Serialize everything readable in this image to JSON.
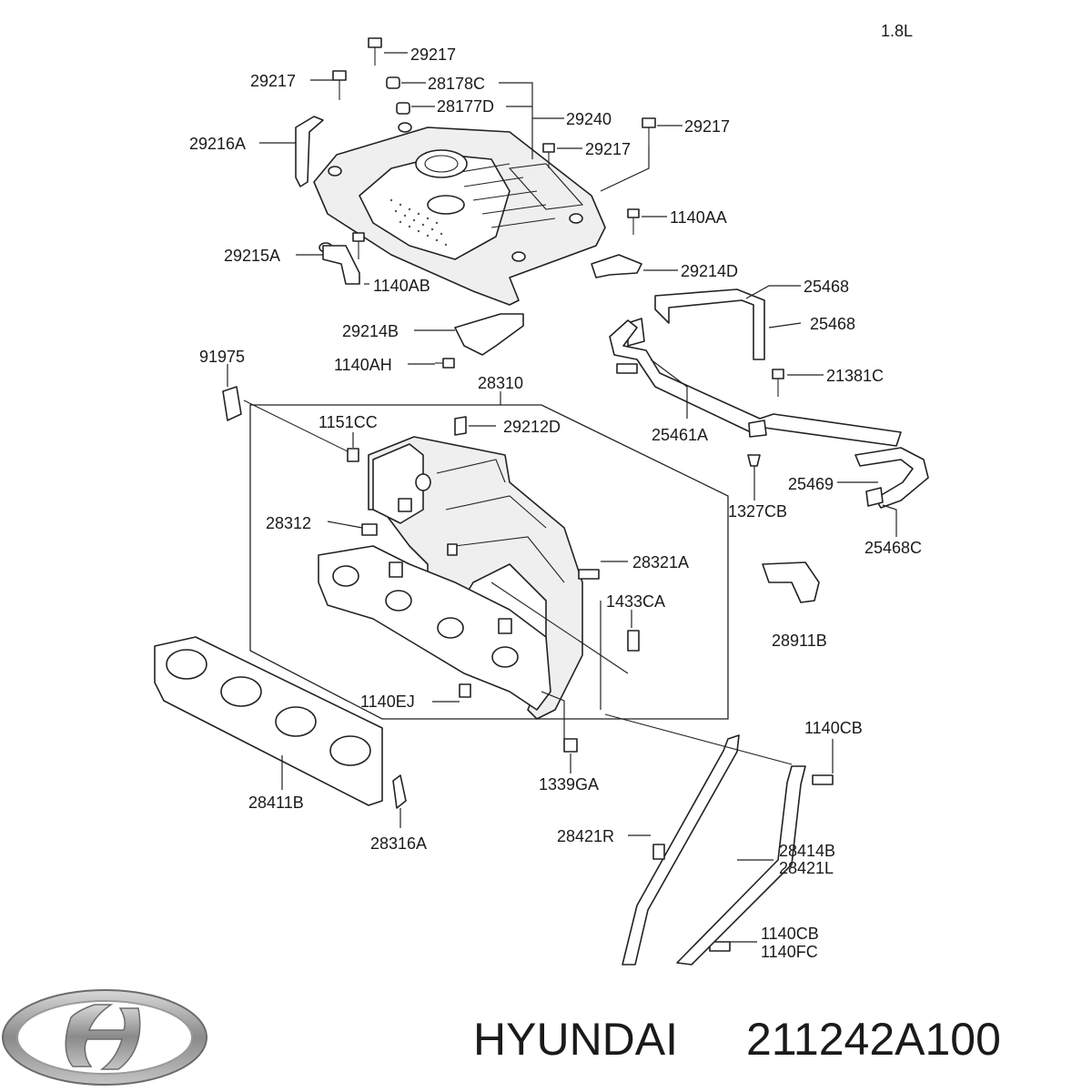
{
  "variant": "1.8L",
  "labels": {
    "p29217_a": "29217",
    "p29217_b": "29217",
    "p29217_c": "29217",
    "p29217_d": "29217",
    "p28178C": "28178C",
    "p28177D": "28177D",
    "p29240": "29240",
    "p29216A": "29216A",
    "p1140AA": "1140AA",
    "p29215A": "29215A",
    "p1140AB": "1140AB",
    "p29214D": "29214D",
    "p25468_a": "25468",
    "p25468_b": "25468",
    "p29214B": "29214B",
    "p1140AH": "1140AH",
    "p91975": "91975",
    "p28310": "28310",
    "p21381C": "21381C",
    "p1151CC": "1151CC",
    "p29212D": "29212D",
    "p25461A": "25461A",
    "p25469": "25469",
    "p1327CB": "1327CB",
    "p28312": "28312",
    "p25468C": "25468C",
    "p28321A": "28321A",
    "p1433CA": "1433CA",
    "p28911B": "28911B",
    "p1140EJ": "1140EJ",
    "p1140CB_a": "1140CB",
    "p1339GA": "1339GA",
    "p28411B": "28411B",
    "p28421R": "28421R",
    "p28414B": "28414B",
    "p28421L": "28421L",
    "p28316A": "28316A",
    "p1140CB_b": "1140CB",
    "p1140FC": "1140FC"
  },
  "footer": {
    "brand": "HYUNDAI",
    "part_number": "211242A100"
  },
  "icons": {
    "logo": "hyundai-logo-icon"
  }
}
